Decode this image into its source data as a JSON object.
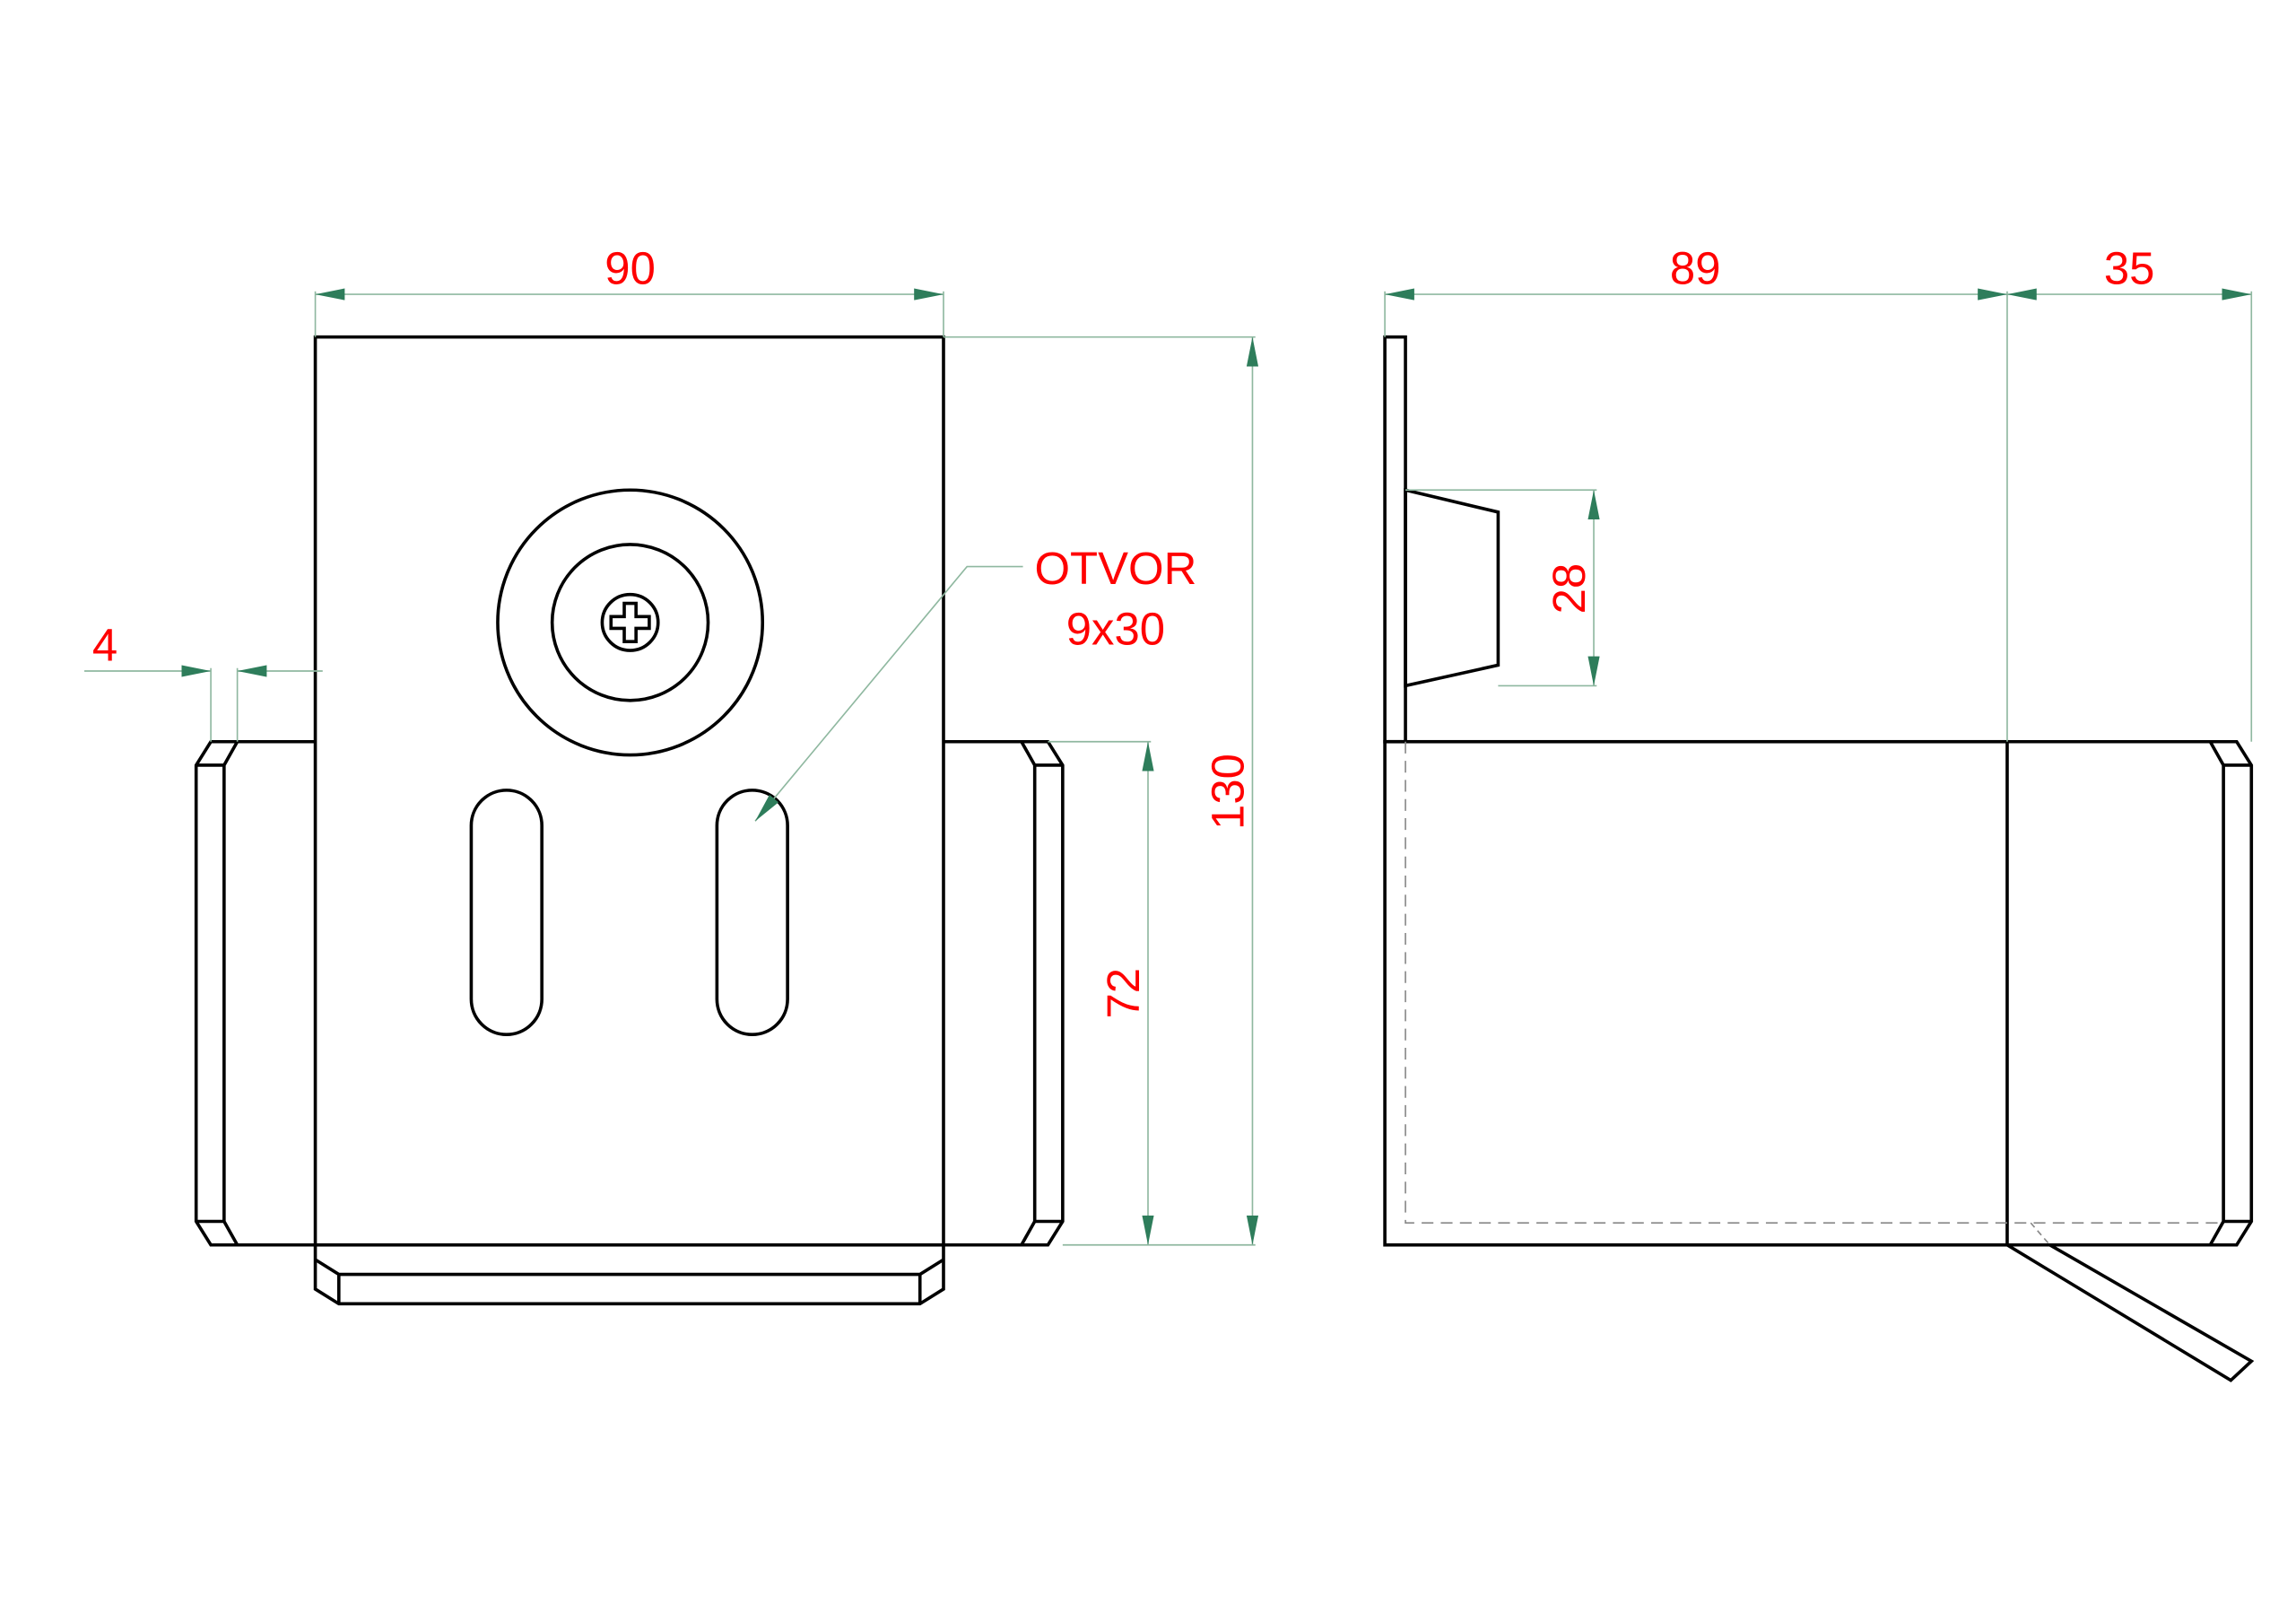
{
  "drawing": {
    "front_view": {
      "width_dim": "90",
      "height_dim": "130",
      "flange_height_dim": "72",
      "flange_thickness_dim": "4",
      "callout_line1": "OTVOR",
      "callout_line2": "9x30"
    },
    "side_view": {
      "depth_dim": "89",
      "flange_dim": "35",
      "bumper_dim": "28"
    },
    "colors": {
      "outline": "#000000",
      "dimension_line": "#8fb8a0",
      "arrow": "#2e7d5b",
      "text": "#ff0000"
    }
  }
}
